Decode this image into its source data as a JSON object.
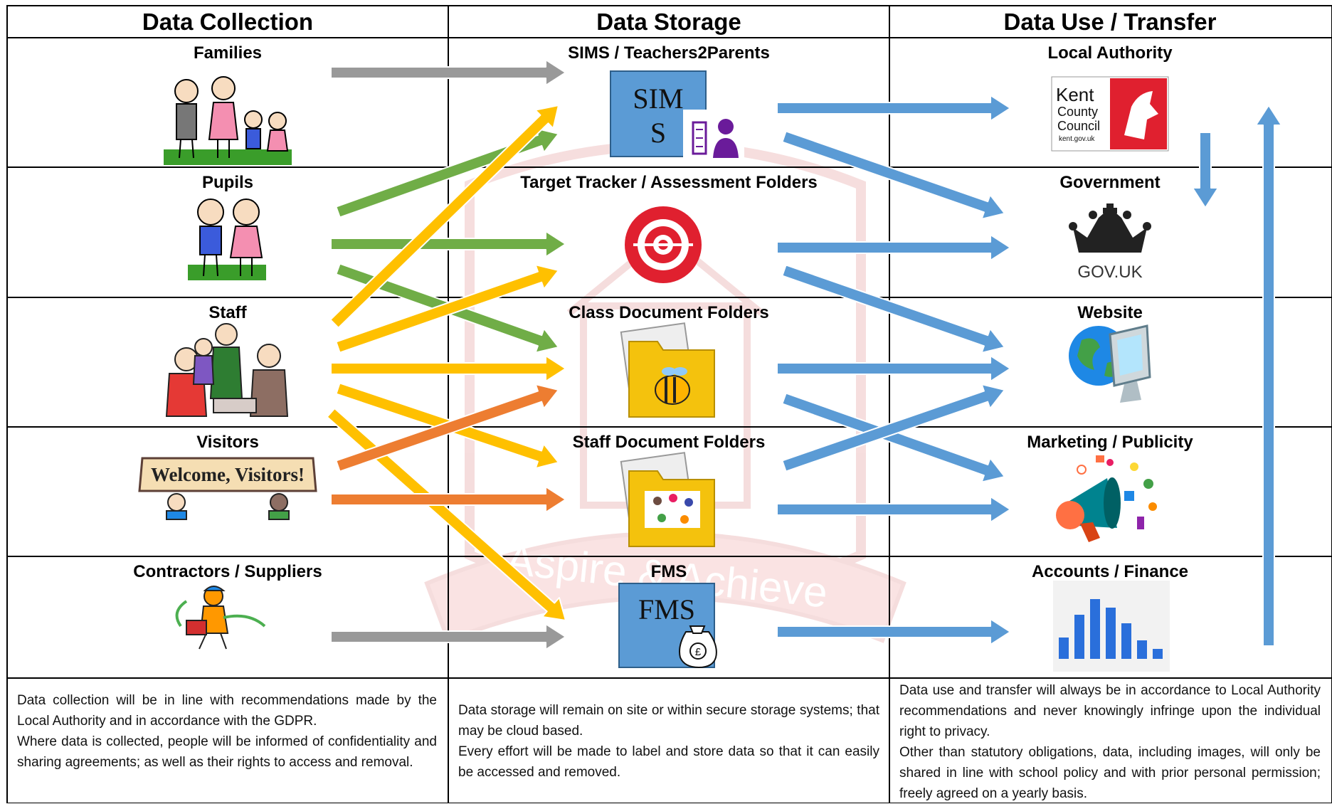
{
  "headers": {
    "collection": "Data Collection",
    "storage": "Data Storage",
    "use": "Data Use / Transfer"
  },
  "sources": [
    "Families",
    "Pupils",
    "Staff",
    "Visitors",
    "Contractors / Suppliers"
  ],
  "storage_systems": [
    "SIMS / Teachers2Parents",
    "Target Tracker / Assessment Folders",
    "Class Document Folders",
    "Staff Document Folders",
    "FMS"
  ],
  "destinations": [
    "Local Authority",
    "Government",
    "Website",
    "Marketing / Publicity",
    "Accounts / Finance"
  ],
  "icon_text": {
    "sims_line1": "SIM",
    "sims_line2": "S",
    "fms": "FMS",
    "kent_line1": "Kent",
    "kent_line2": "County",
    "kent_line3": "Council",
    "kent_url": "kent.gov.uk",
    "gov_uk": "GOV.UK",
    "welcome_banner": "Welcome, Visitors!",
    "pound": "£"
  },
  "watermark": "Aspire & Achieve",
  "notes": {
    "collection": [
      "Data collection will be in line with recommendations made by the Local Authority and in accordance with the GDPR.",
      "Where data is collected, people will be informed of confidentiality and sharing agreements; as well as their rights to access and removal."
    ],
    "storage": [
      "Data storage will remain on site or within secure storage systems; that may be cloud based.",
      "Every effort will be made to label and store data so that it can easily be accessed and removed."
    ],
    "use": [
      "Data use and transfer will always be in accordance to Local Authority recommendations and never knowingly infringe upon the individual right to privacy.",
      "Other than statutory obligations, data, including images, will only be shared in line with school policy and with prior personal permission; freely agreed on a yearly basis."
    ]
  },
  "colors": {
    "grey_arrow": "#999999",
    "green_arrow": "#70AD47",
    "yellow_arrow": "#FFC000",
    "orange_arrow": "#ED7D31",
    "blue_arrow": "#5B9BD5"
  },
  "flows": [
    {
      "from": "Families",
      "to": "SIMS / Teachers2Parents",
      "color": "grey"
    },
    {
      "from": "Pupils",
      "to": "SIMS / Teachers2Parents",
      "color": "green"
    },
    {
      "from": "Pupils",
      "to": "Target Tracker / Assessment Folders",
      "color": "green"
    },
    {
      "from": "Pupils",
      "to": "Class Document Folders",
      "color": "green"
    },
    {
      "from": "Staff",
      "to": "SIMS / Teachers2Parents",
      "color": "yellow"
    },
    {
      "from": "Staff",
      "to": "Target Tracker / Assessment Folders",
      "color": "yellow"
    },
    {
      "from": "Staff",
      "to": "Class Document Folders",
      "color": "yellow"
    },
    {
      "from": "Staff",
      "to": "Staff Document Folders",
      "color": "yellow"
    },
    {
      "from": "Staff",
      "to": "FMS",
      "color": "yellow"
    },
    {
      "from": "Visitors",
      "to": "Class Document Folders",
      "color": "orange"
    },
    {
      "from": "Visitors",
      "to": "Staff Document Folders",
      "color": "orange"
    },
    {
      "from": "Contractors / Suppliers",
      "to": "FMS",
      "color": "grey"
    },
    {
      "from": "SIMS / Teachers2Parents",
      "to": "Local Authority",
      "color": "blue"
    },
    {
      "from": "SIMS / Teachers2Parents",
      "to": "Government",
      "color": "blue"
    },
    {
      "from": "Target Tracker / Assessment Folders",
      "to": "Government",
      "color": "blue"
    },
    {
      "from": "Target Tracker / Assessment Folders",
      "to": "Website",
      "color": "blue"
    },
    {
      "from": "Class Document Folders",
      "to": "Website",
      "color": "blue"
    },
    {
      "from": "Class Document Folders",
      "to": "Marketing / Publicity",
      "color": "blue"
    },
    {
      "from": "Staff Document Folders",
      "to": "Website",
      "color": "blue"
    },
    {
      "from": "Staff Document Folders",
      "to": "Marketing / Publicity",
      "color": "blue"
    },
    {
      "from": "FMS",
      "to": "Accounts / Finance",
      "color": "blue"
    },
    {
      "from": "Local Authority",
      "to": "Government",
      "color": "blue"
    },
    {
      "from": "Accounts / Finance",
      "to": "Local Authority",
      "color": "blue"
    }
  ]
}
